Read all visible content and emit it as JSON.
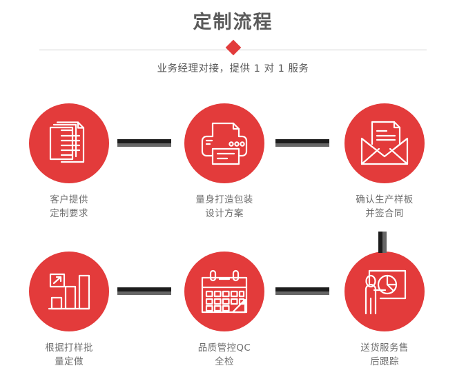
{
  "header": {
    "title": "定制流程",
    "subtitle": "业务经理对接，提供 1 对 1 服务",
    "title_color": "#5a5a5a",
    "accent_color": "#e23b3b",
    "divider_color": "#cfcfcf"
  },
  "theme": {
    "circle_color": "#e33b3b",
    "label_color": "#6e6e6e",
    "connector_dark": "#1c1c1c",
    "connector_gray": "#666666",
    "background": "#ffffff"
  },
  "steps": [
    {
      "index": 1,
      "icon": "documents-stack-icon",
      "label": "客户提供\n定制要求"
    },
    {
      "index": 2,
      "icon": "printer-icon",
      "label": "量身打造包装\n设计方案"
    },
    {
      "index": 3,
      "icon": "envelope-letter-icon",
      "label": "确认生产样板\n并签合同"
    },
    {
      "index": 4,
      "icon": "bar-chart-growth-icon",
      "label": "根据打样批\n量定做"
    },
    {
      "index": 5,
      "icon": "calendar-icon",
      "label": "品质管控QC\n全检"
    },
    {
      "index": 6,
      "icon": "presentation-person-pie-chart-icon",
      "label": "送货服务售\n后跟踪"
    }
  ],
  "connectors": [
    {
      "name": "connector-step1-step2",
      "orientation": "horizontal"
    },
    {
      "name": "connector-step2-step3",
      "orientation": "horizontal"
    },
    {
      "name": "connector-step3-step6",
      "orientation": "vertical"
    },
    {
      "name": "connector-step4-step5",
      "orientation": "horizontal"
    },
    {
      "name": "connector-step5-step6",
      "orientation": "horizontal"
    }
  ]
}
